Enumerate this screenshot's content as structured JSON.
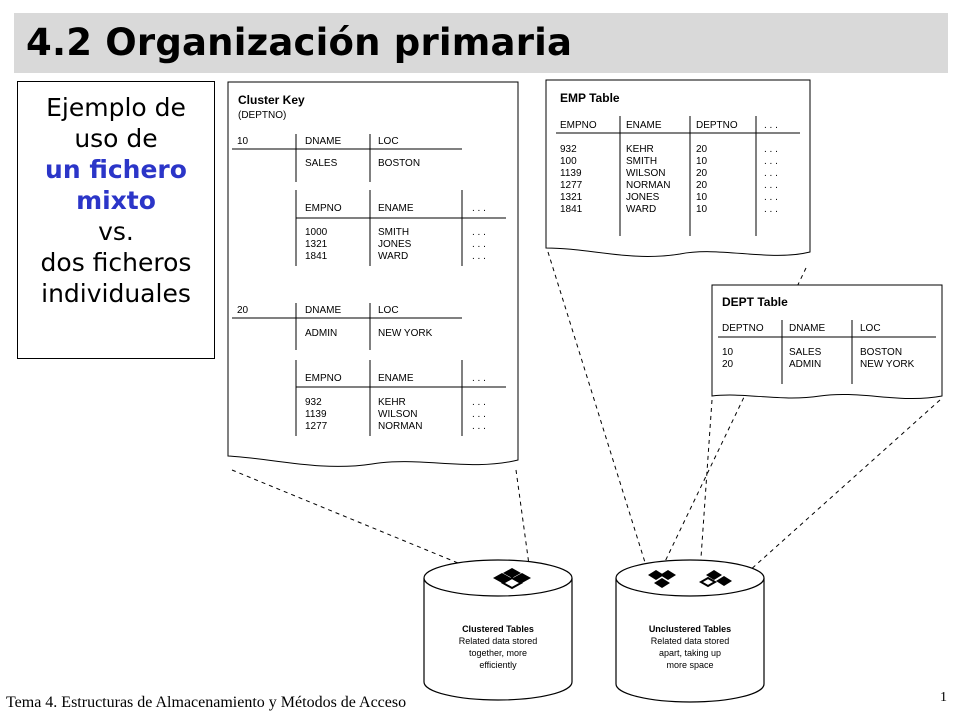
{
  "title": "4.2 Organización primaria",
  "callout": {
    "line1": "Ejemplo de",
    "line2": "uso de",
    "line3": "un fichero",
    "line4": "mixto",
    "line5": "vs.",
    "line6": "dos ficheros",
    "line7": "individuales"
  },
  "cluster": {
    "title": "Cluster Key",
    "subtitle": "(DEPTNO)",
    "groups": [
      {
        "key": "10",
        "dept_headers": [
          "DNAME",
          "LOC"
        ],
        "dept_row": [
          "SALES",
          "BOSTON"
        ],
        "emp_headers": [
          "EMPNO",
          "ENAME",
          ". . ."
        ],
        "emp_rows": [
          [
            "1000",
            "SMITH",
            ". . ."
          ],
          [
            "1321",
            "JONES",
            ". . ."
          ],
          [
            "1841",
            "WARD",
            ". . ."
          ]
        ]
      },
      {
        "key": "20",
        "dept_headers": [
          "DNAME",
          "LOC"
        ],
        "dept_row": [
          "ADMIN",
          "NEW YORK"
        ],
        "emp_headers": [
          "EMPNO",
          "ENAME",
          ". . ."
        ],
        "emp_rows": [
          [
            "932",
            "KEHR",
            ". . ."
          ],
          [
            "1139",
            "WILSON",
            ". . ."
          ],
          [
            "1277",
            "NORMAN",
            ". . ."
          ]
        ]
      }
    ]
  },
  "emp_table": {
    "title": "EMP Table",
    "headers": [
      "EMPNO",
      "ENAME",
      "DEPTNO",
      ". . ."
    ],
    "rows": [
      [
        "932",
        "KEHR",
        "20",
        ". . ."
      ],
      [
        "100",
        "SMITH",
        "10",
        ". . ."
      ],
      [
        "1139",
        "WILSON",
        "20",
        ". . ."
      ],
      [
        "1277",
        "NORMAN",
        "20",
        ". . ."
      ],
      [
        "1321",
        "JONES",
        "10",
        ". . ."
      ],
      [
        "1841",
        "WARD",
        "10",
        ". . ."
      ]
    ]
  },
  "dept_table": {
    "title": "DEPT Table",
    "headers": [
      "DEPTNO",
      "DNAME",
      "LOC"
    ],
    "rows": [
      [
        "10",
        "SALES",
        "BOSTON"
      ],
      [
        "20",
        "ADMIN",
        "NEW YORK"
      ]
    ]
  },
  "clustered_cylinder": {
    "title": "Clustered Tables",
    "lines": [
      "Related data stored",
      "together, more",
      "efficiently"
    ]
  },
  "unclustered_cylinder": {
    "title": "Unclustered Tables",
    "lines": [
      "Related data stored",
      "apart, taking up",
      "more space"
    ]
  },
  "footer": "Tema 4. Estructuras de Almacenamiento y Métodos de Acceso",
  "page_number": "1"
}
